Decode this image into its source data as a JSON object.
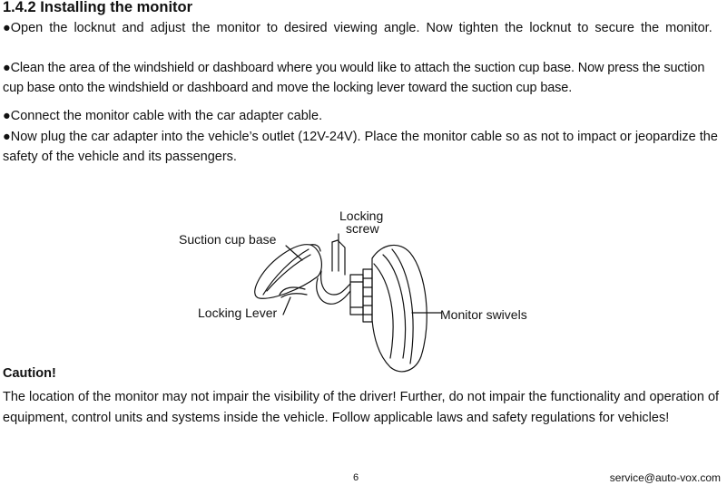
{
  "section": {
    "heading": "1.4.2 Installing the monitor"
  },
  "steps": [
    "●Open the locknut and adjust the monitor to desired viewing angle. Now tighten the locknut to secure the monitor.",
    "●Clean the area of the windshield or dashboard where you would like to attach the suction cup base. Now press the suction cup base onto the windshield or dashboard and move the locking lever toward the suction cup base.",
    "●Connect the monitor cable with the car adapter cable.",
    "●Now plug the car adapter into the vehicle’s outlet (12V-24V). Place the monitor cable so as not to impact or jeopardize the safety of the vehicle and its passengers."
  ],
  "diagram": {
    "labels": {
      "locking_screw_line1": "Locking",
      "locking_screw_line2": "screw",
      "suction_cup_base": "Suction cup base",
      "locking_lever": "Locking Lever",
      "monitor_swivels": "Monitor swivels"
    }
  },
  "caution": {
    "title": "Caution!",
    "text": "The location of the monitor may not impair the visibility of the driver! Further, do not impair the functionality and operation of equipment, control units and systems inside the vehicle. Follow applicable laws and safety regulations for vehicles!"
  },
  "footer": {
    "page_number": "6",
    "email": "service@auto-vox.com"
  }
}
